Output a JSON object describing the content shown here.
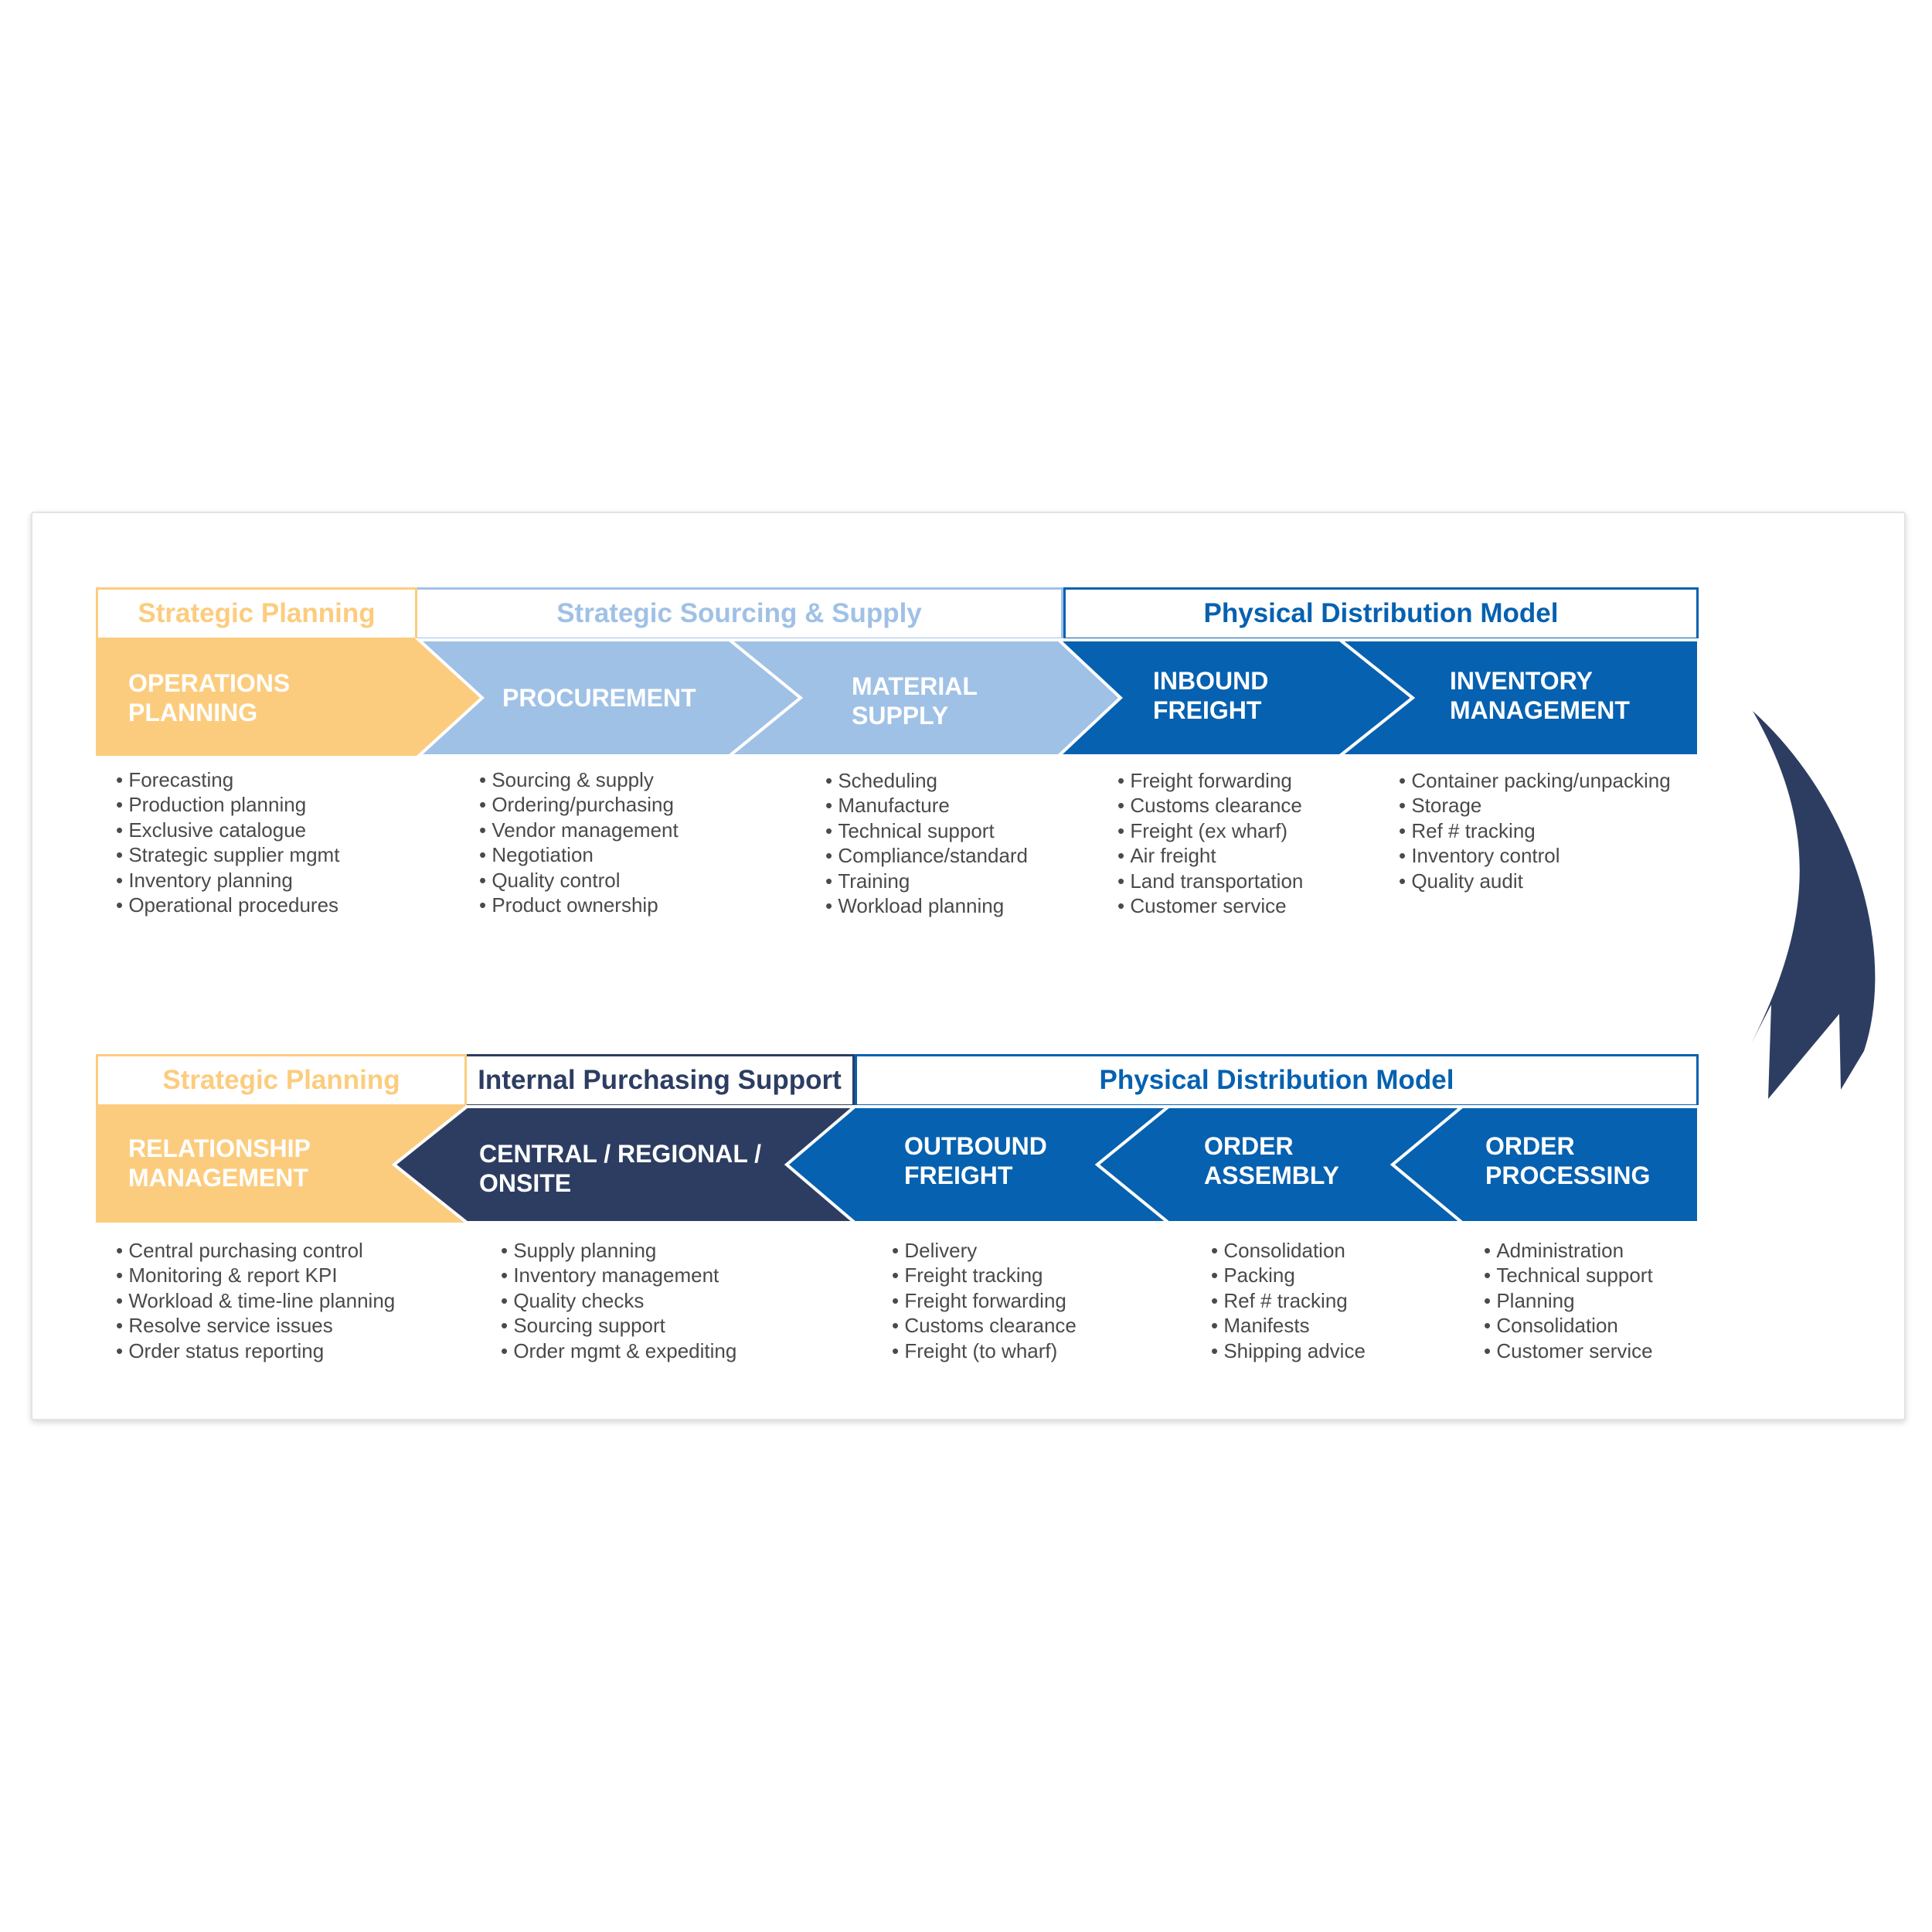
{
  "colors": {
    "orange": "#fccc7e",
    "light_blue": "#a0c1e6",
    "blue": "#0661b0",
    "navy": "#2d3d62",
    "bullet_text": "#4a4a4a"
  },
  "top_row": {
    "groups": [
      "Strategic Planning",
      "Strategic Sourcing & Supply",
      "Physical Distribution Model"
    ],
    "stages": [
      {
        "label": "OPERATIONS\nPLANNING",
        "items": [
          "Forecasting",
          "Production planning",
          "Exclusive catalogue",
          "Strategic supplier mgmt",
          "Inventory planning",
          "Operational procedures"
        ]
      },
      {
        "label": "PROCUREMENT",
        "items": [
          "Sourcing & supply",
          "Ordering/purchasing",
          "Vendor management",
          "Negotiation",
          "Quality control",
          "Product ownership"
        ]
      },
      {
        "label": "MATERIAL\nSUPPLY",
        "items": [
          "Scheduling",
          "Manufacture",
          "Technical support",
          "Compliance/standard",
          "Training",
          "Workload planning"
        ]
      },
      {
        "label": "INBOUND\nFREIGHT",
        "items": [
          "Freight forwarding",
          "Customs clearance",
          "Freight (ex wharf)",
          "Air freight",
          "Land transportation",
          "Customer service"
        ]
      },
      {
        "label": "INVENTORY\nMANAGEMENT",
        "items": [
          "Container packing/unpacking",
          "Storage",
          "Ref # tracking",
          "Inventory control",
          "Quality audit"
        ]
      }
    ]
  },
  "bottom_row": {
    "groups": [
      "Strategic Planning",
      "Internal Purchasing Support",
      "Physical Distribution Model"
    ],
    "stages": [
      {
        "label": "RELATIONSHIP\nMANAGEMENT",
        "items": [
          "Central purchasing control",
          "Monitoring & report KPI",
          "Workload & time-line planning",
          "Resolve service issues",
          "Order status reporting"
        ]
      },
      {
        "label": "CENTRAL / REGIONAL /\nONSITE",
        "items": [
          "Supply planning",
          "Inventory management",
          "Quality checks",
          "Sourcing support",
          "Order mgmt & expediting"
        ]
      },
      {
        "label": "OUTBOUND\nFREIGHT",
        "items": [
          "Delivery",
          "Freight tracking",
          "Freight forwarding",
          "Customs clearance",
          "Freight (to wharf)"
        ]
      },
      {
        "label": "ORDER\nASSEMBLY",
        "items": [
          "Consolidation",
          "Packing",
          "Ref # tracking",
          "Manifests",
          "Shipping advice"
        ]
      },
      {
        "label": "ORDER\nPROCESSING",
        "items": [
          "Administration",
          "Technical support",
          "Planning",
          "Consolidation",
          "Customer service"
        ]
      }
    ]
  },
  "connector": {
    "icon": "curved-arrow-down-icon"
  }
}
